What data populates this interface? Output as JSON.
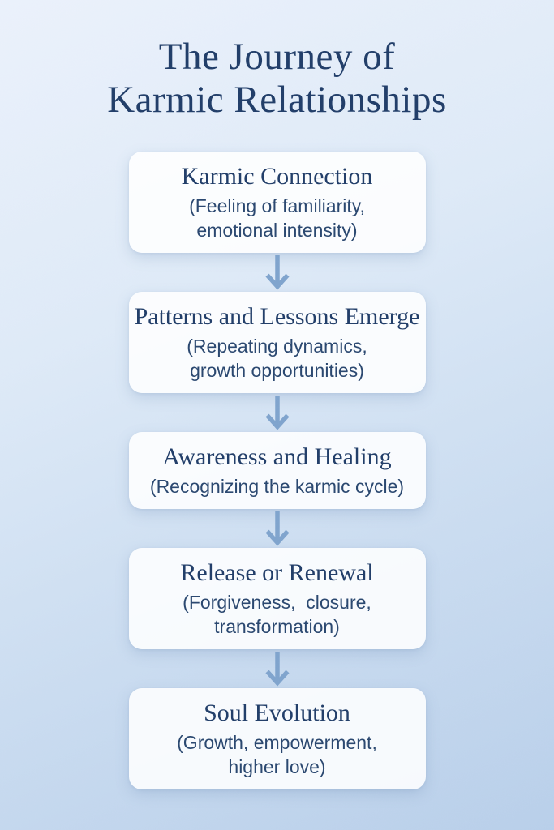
{
  "page": {
    "title": "The Journey of\nKarmic Relationships"
  },
  "flow": {
    "steps": [
      {
        "title": "Karmic Connection",
        "subtitle": "(Feeling of familiarity,\nemotional intensity)"
      },
      {
        "title": "Patterns and Lessons Emerge",
        "subtitle": "(Repeating dynamics,\ngrowth opportunities)"
      },
      {
        "title": "Awareness and Healing",
        "subtitle": "(Recognizing the karmic cycle)"
      },
      {
        "title": "Release or Renewal",
        "subtitle": "(Forgiveness,  closure,\ntransformation)"
      },
      {
        "title": "Soul Evolution",
        "subtitle": "(Growth, empowerment,\nhigher love)"
      }
    ],
    "arrow_icon": "down-arrow",
    "colors": {
      "background_top": "#eaf1fb",
      "background_bottom": "#b7cee9",
      "box_background": "rgba(255,255,255,0.87)",
      "title_text": "#1d3a66",
      "box_title_text": "#1d3a66",
      "box_subtitle_text": "#26446d",
      "arrow": "#7da2cc"
    }
  }
}
